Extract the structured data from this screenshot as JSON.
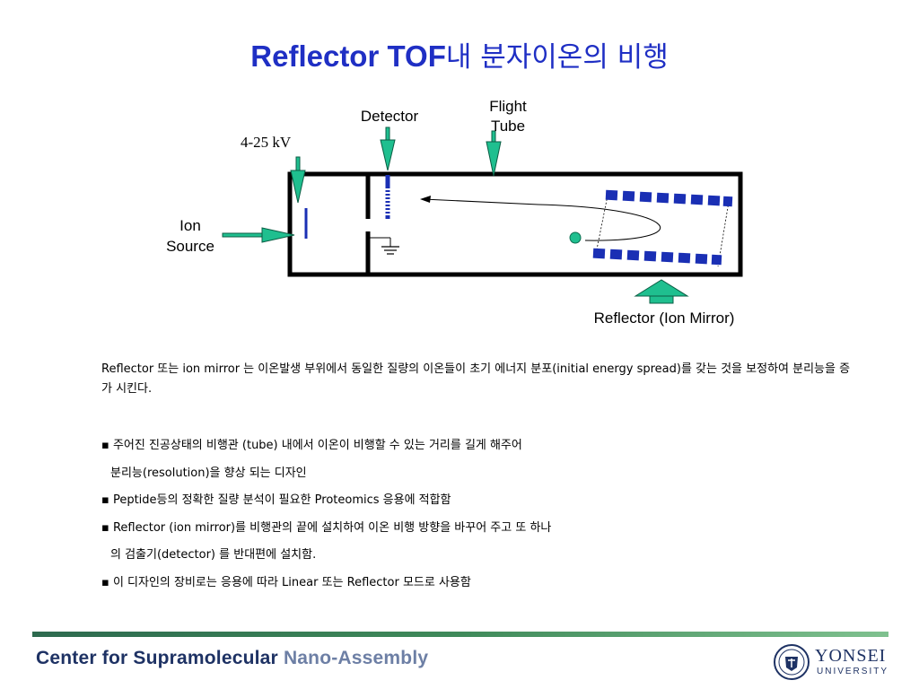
{
  "title": {
    "en": "Reflector TOF",
    "ko": "내 분자이온의 비행"
  },
  "diagram": {
    "labels": {
      "detector": "Detector",
      "flight_tube_line1": "Flight",
      "flight_tube_line2": "Tube",
      "voltage": "4-25 kV",
      "ion_source_line1": "Ion",
      "ion_source_line2": "Source",
      "reflector": "Reflector (Ion Mirror)"
    },
    "colors": {
      "arrow_fill": "#1fbf8f",
      "electrode": "#1a2fb4",
      "ion": "#1fbf8f"
    }
  },
  "intro": "Reflector 또는  ion mirror 는 이온발생 부위에서 동일한 질량의 이온들이 초기 에너지 분포(initial energy spread)를 갖는 것을 보정하여 분리능을 증가 시킨다.",
  "bullets": [
    {
      "line1": "▪ 주어진 진공상태의 비행관 (tube) 내에서 이온이 비행할 수 있는 거리를 길게 해주어",
      "line2": "분리능(resolution)을 향상 되는 디자인"
    },
    {
      "line1": "▪ Peptide등의 정확한 질량 분석이 필요한 Proteomics 응용에 적합함",
      "line2": ""
    },
    {
      "line1": "▪ Reflector (ion mirror)를 비행관의 끝에 설치하여 이온 비행 방향을 바꾸어 주고 또 하나",
      "line2": "의 검출기(detector) 를  반대편에 설치함."
    },
    {
      "line1": "▪ 이 디자인의 장비로는 응용에 따라 Linear 또는 Reflector 모드로 사용함",
      "line2": ""
    }
  ],
  "footer": {
    "center_a": "Center for Supramolecular ",
    "center_b": "Nano-Assembly",
    "university": "YONSEI",
    "university_sub": "UNIVERSITY"
  }
}
